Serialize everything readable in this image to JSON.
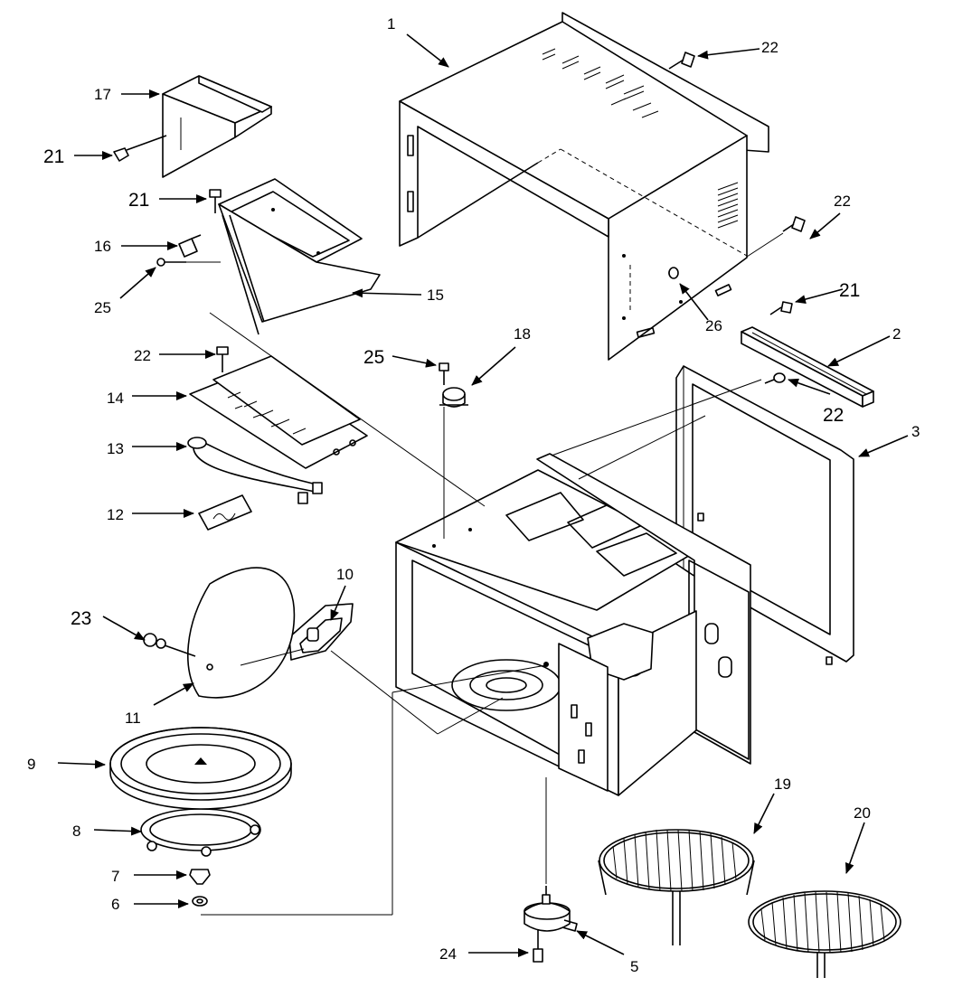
{
  "parts": [
    {
      "id": "p1",
      "number": "1"
    },
    {
      "id": "p2",
      "number": "2"
    },
    {
      "id": "p3",
      "number": "3"
    },
    {
      "id": "p5",
      "number": "5"
    },
    {
      "id": "p6",
      "number": "6"
    },
    {
      "id": "p7",
      "number": "7"
    },
    {
      "id": "p8",
      "number": "8"
    },
    {
      "id": "p9",
      "number": "9"
    },
    {
      "id": "p10",
      "number": "10"
    },
    {
      "id": "p11",
      "number": "11"
    },
    {
      "id": "p12",
      "number": "12"
    },
    {
      "id": "p13",
      "number": "13"
    },
    {
      "id": "p14",
      "number": "14"
    },
    {
      "id": "p15",
      "number": "15"
    },
    {
      "id": "p16",
      "number": "16"
    },
    {
      "id": "p17",
      "number": "17"
    },
    {
      "id": "p18",
      "number": "18"
    },
    {
      "id": "p19",
      "number": "19"
    },
    {
      "id": "p20",
      "number": "20"
    },
    {
      "id": "p21a",
      "number": "21"
    },
    {
      "id": "p21b",
      "number": "21"
    },
    {
      "id": "p21c",
      "number": "21"
    },
    {
      "id": "p22a",
      "number": "22"
    },
    {
      "id": "p22b",
      "number": "22"
    },
    {
      "id": "p22c",
      "number": "22"
    },
    {
      "id": "p22d",
      "number": "22"
    },
    {
      "id": "p23",
      "number": "23"
    },
    {
      "id": "p24",
      "number": "24"
    },
    {
      "id": "p25a",
      "number": "25"
    },
    {
      "id": "p25b",
      "number": "25"
    },
    {
      "id": "p26",
      "number": "26"
    }
  ]
}
